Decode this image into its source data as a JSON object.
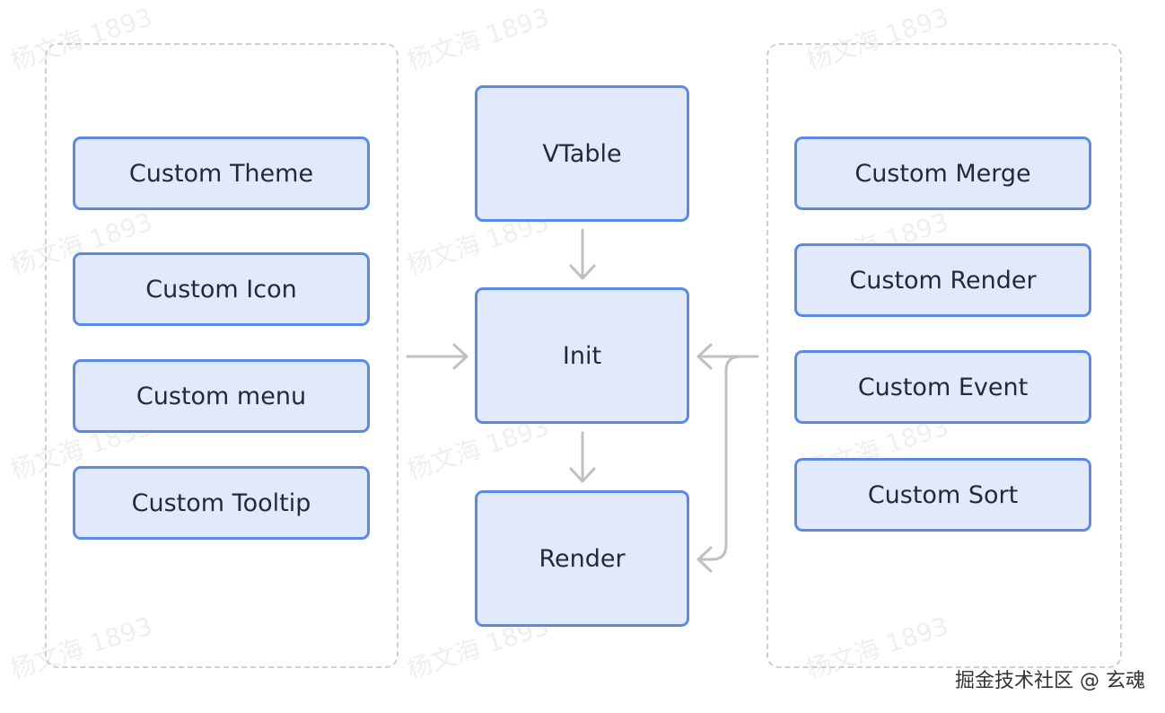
{
  "watermark_text": "杨文海 1893",
  "footer_text": "掘金技术社区 @ 玄魂",
  "left_group": [
    "Custom Theme",
    "Custom Icon",
    "Custom menu",
    "Custom Tooltip"
  ],
  "center": {
    "top": "VTable",
    "middle": "Init",
    "bottom": "Render"
  },
  "right_group": [
    "Custom Merge",
    "Custom Render",
    "Custom Event",
    "Custom Sort"
  ],
  "colors": {
    "box_fill": "#e1e9fd",
    "box_border": "#5b8ae6",
    "arrow": "#c0c0c0",
    "group_border": "#cfcfcf"
  }
}
